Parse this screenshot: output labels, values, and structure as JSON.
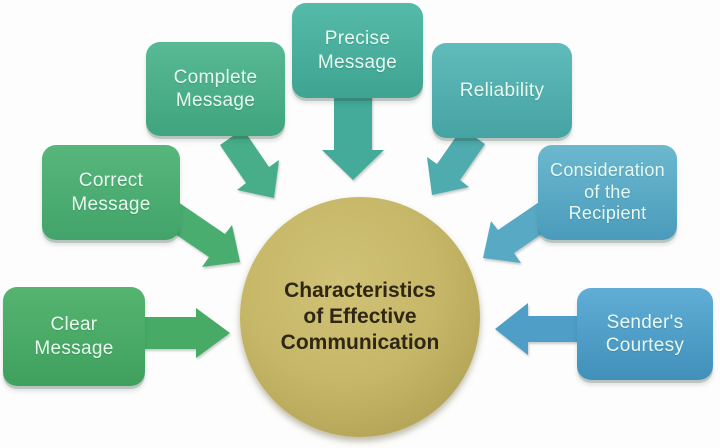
{
  "diagram_title": "Characteristics of Effective Communication",
  "center": {
    "label": "Characteristics\nof Effective\nCommunication",
    "fill_center": "#d0c276",
    "fill_mid": "#c6b768",
    "fill_edge": "#b2a255",
    "fill_rim": "#95853f",
    "text_color": "#2f2613"
  },
  "nodes": [
    {
      "id": "clear-message",
      "label": "Clear\nMessage",
      "color_top": "#55b46f",
      "color_bottom": "#3fa05e",
      "arrow_color": "#47ab66"
    },
    {
      "id": "correct-message",
      "label": "Correct\nMessage",
      "color_top": "#57b67b",
      "color_bottom": "#42a46a",
      "arrow_color": "#49ad70"
    },
    {
      "id": "complete-message",
      "label": "Complete\nMessage",
      "color_top": "#58b995",
      "color_bottom": "#3fa57e",
      "arrow_color": "#47ae89"
    },
    {
      "id": "precise-message",
      "label": "Precise\nMessage",
      "color_top": "#55baa8",
      "color_bottom": "#3fa392",
      "arrow_color": "#44ab9a"
    },
    {
      "id": "reliability",
      "label": "Reliability",
      "color_top": "#60bcbb",
      "color_bottom": "#46a3a3",
      "arrow_color": "#4facae"
    },
    {
      "id": "consideration",
      "label": "Consideration\nof the\nRecipient",
      "color_top": "#6cb8cf",
      "color_bottom": "#4a9bbb",
      "arrow_color": "#58aac4"
    },
    {
      "id": "senders-courtesy",
      "label": "Sender's\nCourtesy",
      "color_top": "#60aed6",
      "color_bottom": "#4190ba",
      "arrow_color": "#4f9ec8"
    }
  ]
}
